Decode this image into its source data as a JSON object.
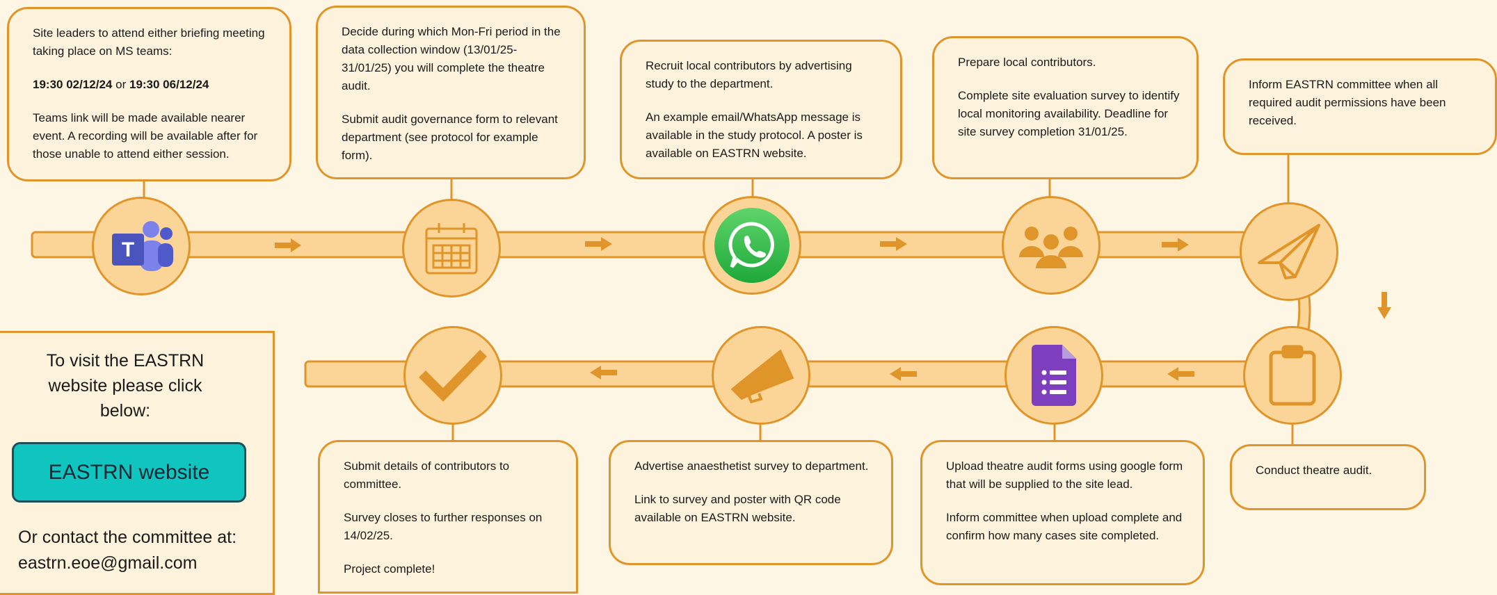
{
  "steps": [
    {
      "id": "teams",
      "icon": "teams-icon",
      "paragraphs": [
        "Site leaders to attend either briefing meeting taking place on MS teams:",
        "",
        "Teams link will be made available nearer event. A recording will be available after for those unable to attend either session."
      ],
      "dates": {
        "date1": "19:30 02/12/24",
        "or": "or",
        "date2": "19:30 06/12/24"
      }
    },
    {
      "id": "calendar",
      "icon": "calendar-icon",
      "paragraphs": [
        "Decide during which Mon-Fri period in the data collection window (13/01/25-31/01/25) you will complete the theatre audit.",
        "Submit audit governance form to relevant department (see protocol for example form)."
      ]
    },
    {
      "id": "whatsapp",
      "icon": "whatsapp-icon",
      "paragraphs": [
        "Recruit local contributors by advertising study to the department.",
        "An example email/WhatsApp message is available in the study protocol. A poster is available on EASTRN website."
      ]
    },
    {
      "id": "people",
      "icon": "people-icon",
      "paragraphs": [
        "Prepare local contributors.",
        "Complete site evaluation survey to identify local monitoring availability. Deadline for site survey completion 31/01/25."
      ]
    },
    {
      "id": "send",
      "icon": "paper-plane-icon",
      "paragraphs": [
        "Inform EASTRN committee when all required audit permissions have been received."
      ]
    },
    {
      "id": "clipboard",
      "icon": "clipboard-icon",
      "paragraphs": [
        "Conduct theatre audit."
      ]
    },
    {
      "id": "forms",
      "icon": "google-forms-icon",
      "paragraphs": [
        "Upload theatre audit forms using google form that will be supplied to the site lead.",
        "Inform committee when upload complete and confirm how many cases site completed."
      ]
    },
    {
      "id": "megaphone",
      "icon": "megaphone-icon",
      "paragraphs": [
        "Advertise anaesthetist survey to department.",
        "Link to survey and poster with QR code available on EASTRN website."
      ]
    },
    {
      "id": "check",
      "icon": "checkmark-icon",
      "paragraphs": [
        "Submit details of contributors to committee.",
        "Survey closes to further responses on 14/02/25.",
        "Project complete!"
      ]
    }
  ],
  "side_panel": {
    "visit_text": "To visit the EASTRN website please click below:",
    "button_label": "EASTRN website",
    "contact_text": "Or contact the committee at: eastrn.eoe@gmail.com"
  },
  "colors": {
    "accent": "#e0952a",
    "track_fill": "#fbd597",
    "box_fill": "#fdf3dc",
    "background": "#fef6e4",
    "button_fill": "#10c4c0"
  },
  "icons": {
    "arrow": "arrow-icon"
  }
}
